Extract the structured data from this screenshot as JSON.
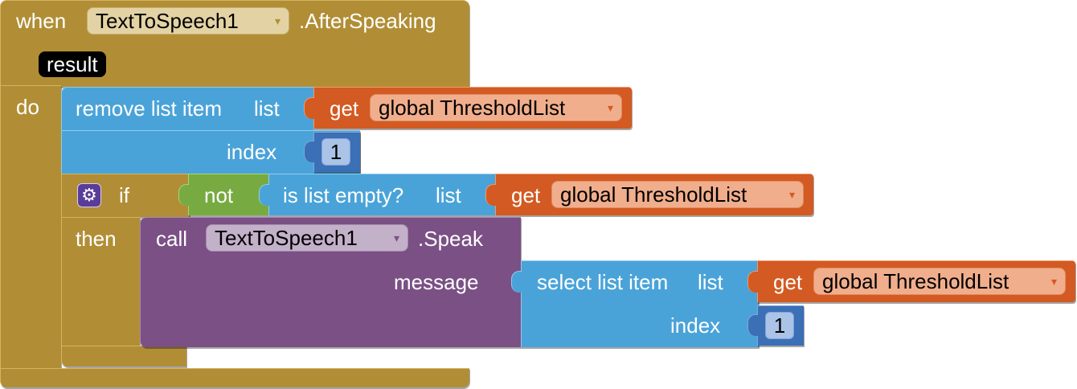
{
  "event": {
    "when_label": "when",
    "component": "TextToSpeech1",
    "event_name": ".AfterSpeaking",
    "param": "result",
    "do_label": "do"
  },
  "remove_block": {
    "label": "remove list item",
    "list_label": "list",
    "index_label": "index",
    "get_label": "get",
    "variable": "global ThresholdList",
    "index_value": "1"
  },
  "if_block": {
    "if_label": "if",
    "then_label": "then",
    "not_label": "not",
    "is_empty_label": "is list empty?",
    "list_label": "list",
    "get_label": "get",
    "variable": "global ThresholdList"
  },
  "call_block": {
    "call_label": "call",
    "component": "TextToSpeech1",
    "method": ".Speak",
    "message_label": "message",
    "select_label": "select list item",
    "list_label": "list",
    "index_label": "index",
    "get_label": "get",
    "variable": "global ThresholdList",
    "index_value": "1"
  },
  "icons": {
    "dropdown": "▾",
    "mutator": "gear-icon"
  },
  "colors": {
    "event": "#b18e35",
    "lists": "#4aa3d8",
    "variables": "#d35a22",
    "logic": "#77ab41",
    "procedures": "#7b5085",
    "math": "#3b6fb6"
  }
}
